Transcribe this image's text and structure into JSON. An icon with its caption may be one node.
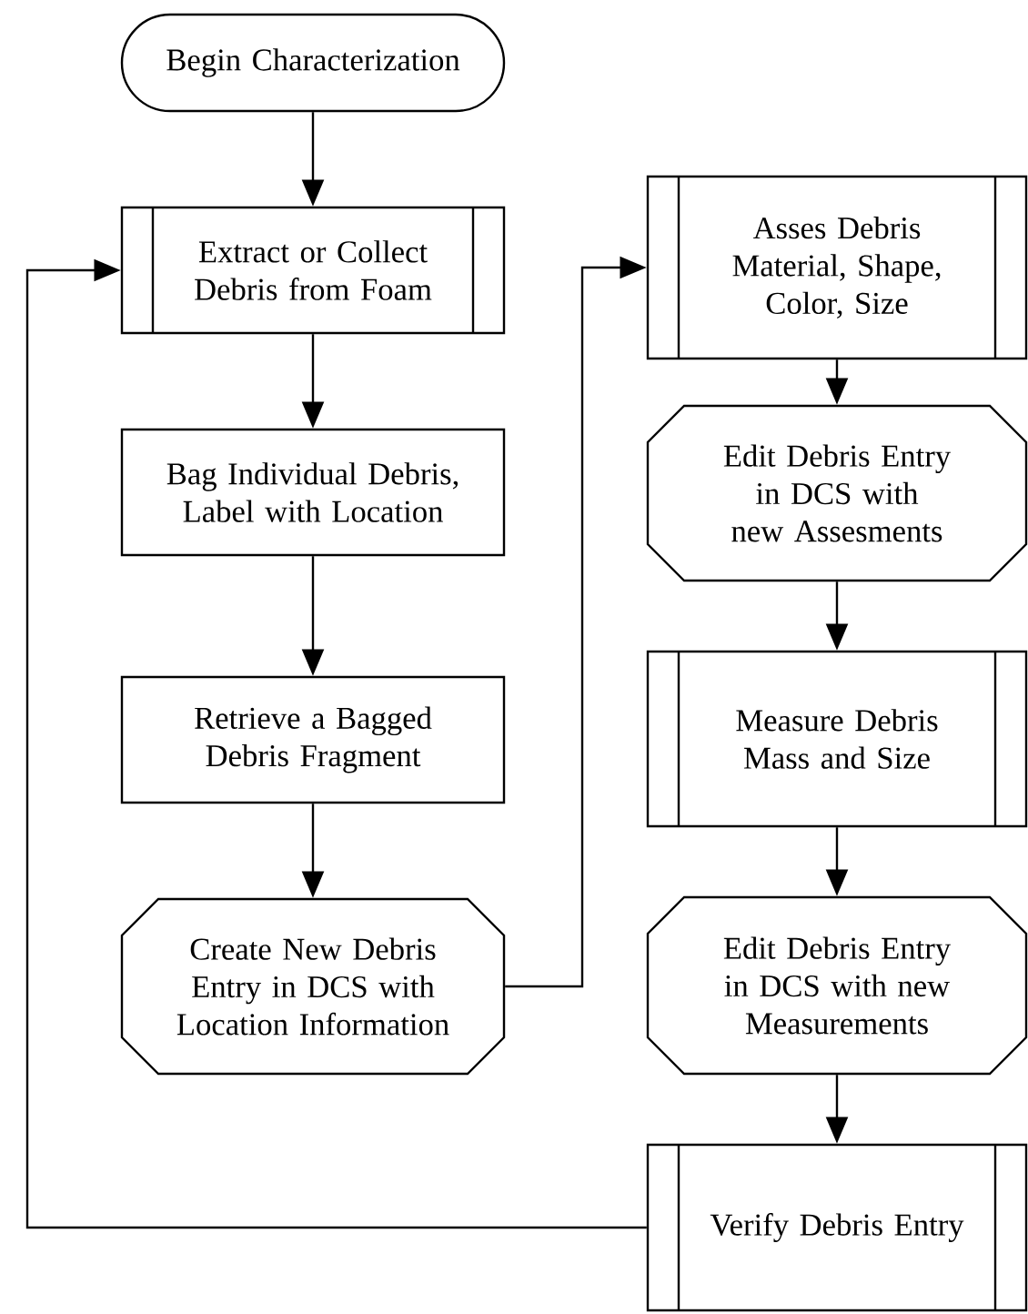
{
  "diagram": {
    "nodes": [
      {
        "text": [
          "Begin Characterization"
        ]
      },
      {
        "text": [
          "Extract or Collect Debris from Foam"
        ]
      },
      {
        "text": [
          "Bag Individual Debris, Label with Location"
        ]
      },
      {
        "text": [
          "Retrieve a Bagged Debris Fragment"
        ]
      },
      {
        "text": [
          "Create New Debris Entry in DCS with Location Information"
        ]
      },
      {
        "text": [
          "Asses Debris Material, Shape, Color, Size"
        ]
      },
      {
        "text": [
          "Edit Debris Entry in DCS with new Assesments"
        ]
      },
      {
        "text": [
          "Measure Debris Mass and Size"
        ]
      },
      {
        "text": [
          "Edit Debris Entry in DCS with new Measurements"
        ]
      },
      {
        "text": [
          "Verify Debris Entry"
        ]
      }
    ],
    "edges": [
      {
        "from": 0,
        "to": 1,
        "arrow": "to"
      },
      {
        "from": 1,
        "to": 2,
        "arrow": "to"
      },
      {
        "from": 2,
        "to": 3,
        "arrow": "to"
      },
      {
        "from": 3,
        "to": 4,
        "arrow": "to"
      },
      {
        "from": 4,
        "to": 5,
        "arrow": "to"
      },
      {
        "from": 5,
        "to": 6,
        "arrow": "to"
      },
      {
        "from": 6,
        "to": 7,
        "arrow": "to"
      },
      {
        "from": 7,
        "to": 8,
        "arrow": "to"
      },
      {
        "from": 8,
        "to": 9,
        "arrow": "to"
      },
      {
        "from": 9,
        "to": 1,
        "arrow": "to"
      }
    ]
  }
}
